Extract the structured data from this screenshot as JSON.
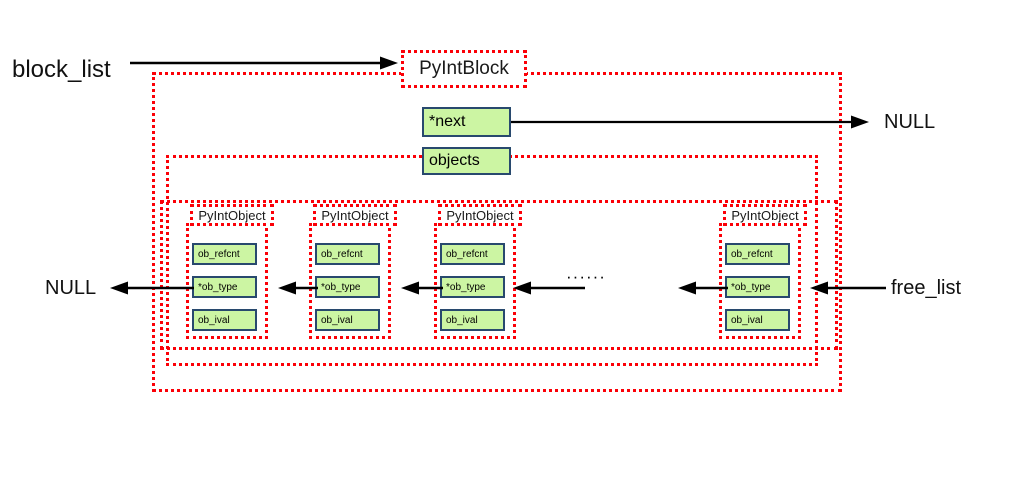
{
  "diagram": {
    "title": "PyIntBlock / PyIntObject free list layout",
    "colors": {
      "container_border": "#fb0007",
      "field_fill": "#ccf5a3",
      "field_border": "#28496e",
      "arrow": "#000000",
      "text": "#111111",
      "background": "#ffffff"
    },
    "labels": {
      "block_list": "block_list",
      "free_list": "free_list",
      "null_right": "NULL",
      "null_left": "NULL",
      "ellipsis": "······"
    },
    "block": {
      "name": "PyIntBlock",
      "fields": [
        {
          "name": "next",
          "label": "*next"
        },
        {
          "name": "objects",
          "label": "objects"
        }
      ]
    },
    "objects": [
      {
        "name": "PyIntObject",
        "fields": [
          {
            "name": "ob_refcnt",
            "label": "ob_refcnt"
          },
          {
            "name": "ob_type",
            "label": "*ob_type"
          },
          {
            "name": "ob_ival",
            "label": "ob_ival"
          }
        ]
      },
      {
        "name": "PyIntObject",
        "fields": [
          {
            "name": "ob_refcnt",
            "label": "ob_refcnt"
          },
          {
            "name": "ob_type",
            "label": "*ob_type"
          },
          {
            "name": "ob_ival",
            "label": "ob_ival"
          }
        ]
      },
      {
        "name": "PyIntObject",
        "fields": [
          {
            "name": "ob_refcnt",
            "label": "ob_refcnt"
          },
          {
            "name": "ob_type",
            "label": "*ob_type"
          },
          {
            "name": "ob_ival",
            "label": "ob_ival"
          }
        ]
      },
      {
        "name": "PyIntObject",
        "fields": [
          {
            "name": "ob_refcnt",
            "label": "ob_refcnt"
          },
          {
            "name": "ob_type",
            "label": "*ob_type"
          },
          {
            "name": "ob_ival",
            "label": "ob_ival"
          }
        ]
      }
    ]
  }
}
